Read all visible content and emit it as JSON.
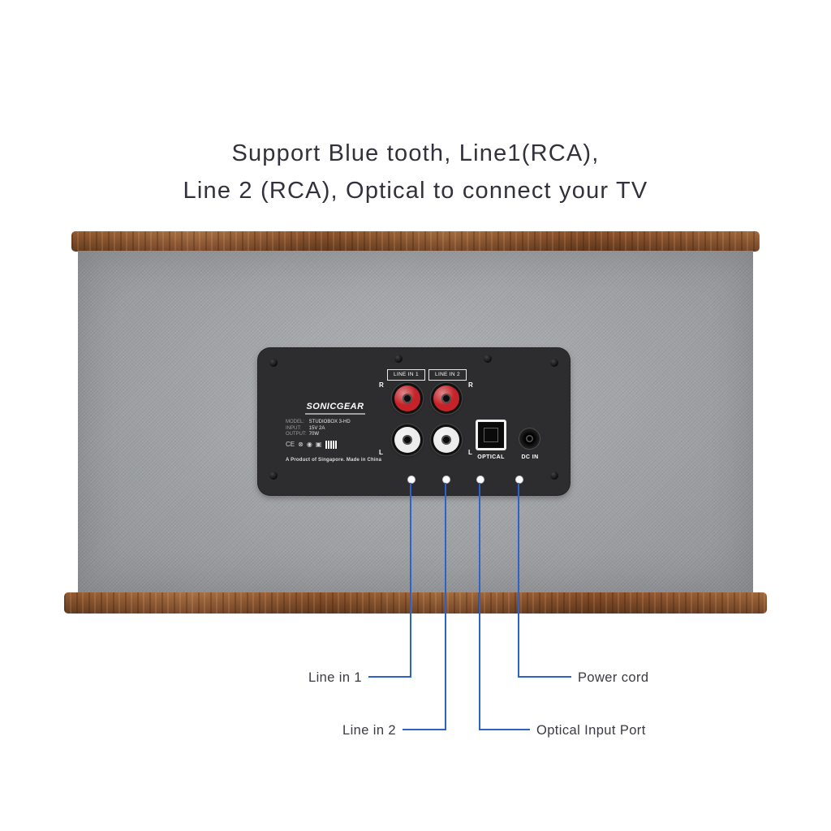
{
  "heading": {
    "line1": "Support Blue tooth, Line1(RCA),",
    "line2": "Line 2 (RCA), Optical to connect your TV",
    "color": "#32313c"
  },
  "speaker": {
    "wood_color": "#8a5630",
    "body_color": "#a6a9ad",
    "panel_color": "#2d2c2e"
  },
  "panel": {
    "line_in_1_label": "LINE IN 1",
    "line_in_2_label": "LINE IN 2",
    "right_channel_label": "R",
    "left_channel_label": "L",
    "brand": "SONICGEAR",
    "model_rows": [
      {
        "label": "MODEL:",
        "value": "STUDIOBOX 3-HD"
      },
      {
        "label": "INPUT:",
        "value": "15V 2A"
      },
      {
        "label": "OUTPUT:",
        "value": "70W"
      }
    ],
    "cert_icons": [
      {
        "name": "ce-mark",
        "glyph": "CE"
      },
      {
        "name": "weee-bin",
        "glyph": "⊗"
      },
      {
        "name": "recycle",
        "glyph": "◉"
      },
      {
        "name": "rohs",
        "glyph": "▣"
      }
    ],
    "origin_text": "A Product of Singapore. Made in China",
    "optical_label": "OPTICAL",
    "dc_in_label": "DC IN"
  },
  "callouts": {
    "line_color": "#2d62c8",
    "items": [
      {
        "label": "Line in 1"
      },
      {
        "label": "Line in 2"
      },
      {
        "label": "Optical Input Port"
      },
      {
        "label": "Power cord"
      }
    ]
  }
}
